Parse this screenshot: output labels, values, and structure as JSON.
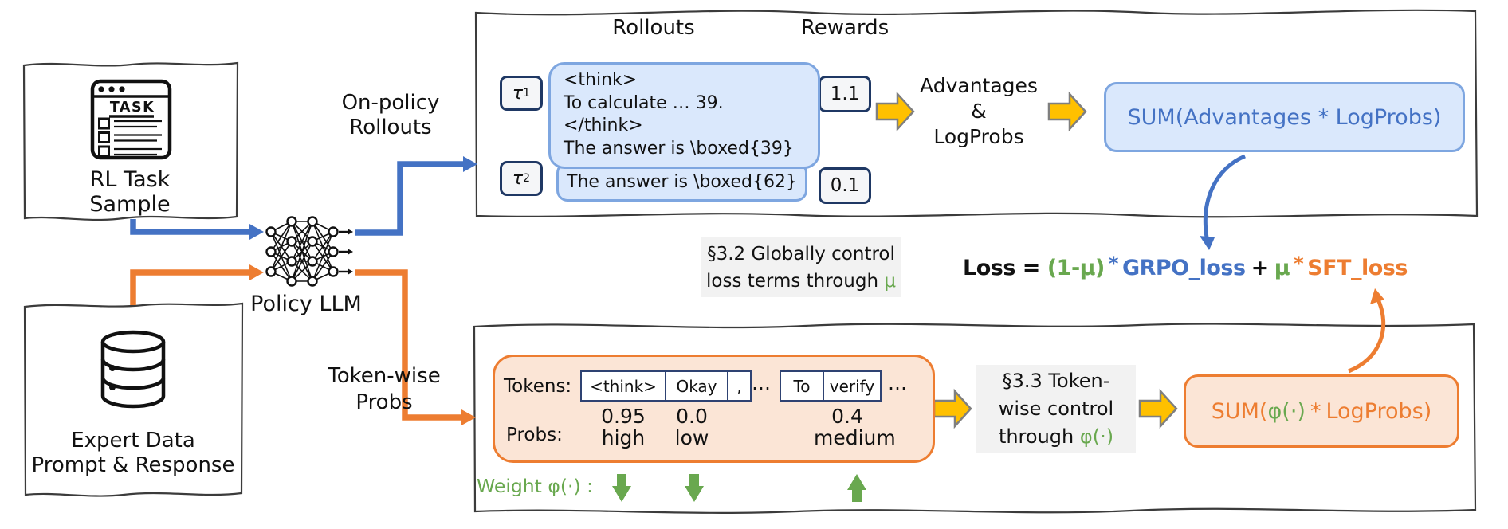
{
  "colors": {
    "blue": "#4472C4",
    "orange": "#ED7D31",
    "green": "#69A84F",
    "yellow": "#FFC000",
    "blue_fill": "#DAE8FC",
    "blue_border": "#7EA6E0",
    "orange_fill": "#FBE5D6",
    "navy_border": "#1F3864",
    "gray_fill": "#F2F2F2"
  },
  "left": {
    "rl_box": {
      "line1": "RL Task",
      "line2": "Sample"
    },
    "task_icon_label": "TASK",
    "expert_box": {
      "line1": "Expert Data",
      "line2": "Prompt & Response"
    },
    "policy_label": "Policy LLM",
    "onpolicy": {
      "line1": "On-policy",
      "line2": "Rollouts"
    },
    "tokenwise": {
      "line1": "Token-wise",
      "line2": "Probs"
    }
  },
  "top_panel": {
    "rollouts_header": "Rollouts",
    "rewards_header": "Rewards",
    "tau1": "τ",
    "tau1_sub": "1",
    "tau2": "τ",
    "tau2_sub": "2",
    "rollout1_lines": [
      "<think>",
      "To calculate … 39.",
      "</think>",
      "The answer is \\boxed{39}"
    ],
    "rollout2_text": "The answer is \\boxed{62}",
    "reward1": "1.1",
    "reward2": "0.1",
    "advantages_lines": [
      "Advantages",
      "&",
      "LogProbs"
    ],
    "sum_formula": "SUM(Advantages * LogProbs)"
  },
  "middle": {
    "note": {
      "line1": "§3.2 Globally control",
      "line2": "loss terms through ",
      "mu": "μ"
    },
    "equation": {
      "prefix": "Loss = ",
      "one_minus_mu": "(1-μ)",
      "star": "*",
      "grpo": "GRPO_loss",
      "plus": "+",
      "mu": "μ",
      "sft": "SFT_loss"
    }
  },
  "bottom_panel": {
    "tokens_label": "Tokens:",
    "probs_label": "Probs:",
    "token_group1": [
      "<think>",
      "Okay",
      ","
    ],
    "ellipsis": "…",
    "token_group2": [
      "To",
      "verify"
    ],
    "probs": [
      {
        "value": "0.95",
        "level": "high"
      },
      {
        "value": "0.0",
        "level": "low"
      },
      {
        "value": "0.4",
        "level": "medium"
      }
    ],
    "weight_label": "Weight φ(·) :",
    "note": {
      "line1": "§3.3 Token-",
      "line2": "wise control",
      "line3": "through ",
      "phi": "φ(·)"
    },
    "sum": {
      "prefix": "SUM(",
      "phi": "φ(·)",
      "star": "*",
      "suffix": "LogProbs)"
    }
  }
}
